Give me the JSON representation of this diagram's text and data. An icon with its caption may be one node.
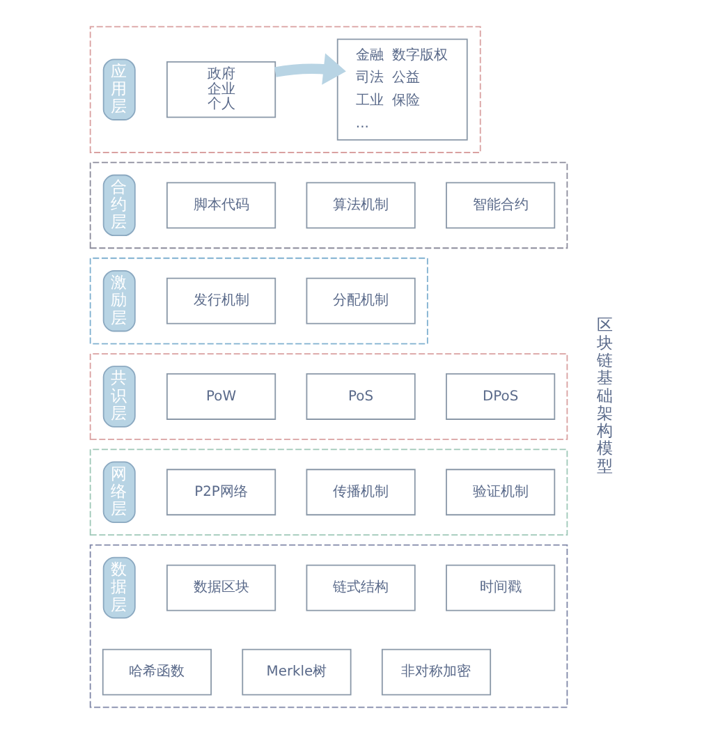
{
  "diagram": {
    "nodes": [
      {
        "text": [],
        "shape": "box"
      },
      {
        "text": [
          "应用层"
        ],
        "in": 0
      },
      {
        "text": [
          "政府",
          "企业",
          "个人"
        ],
        "in": 0
      },
      {
        "text": [
          "金融",
          "数字版权",
          "司法",
          "公益",
          "工业",
          "保险",
          "..."
        ],
        "in": 0
      },
      {
        "text": [],
        "shape": "box"
      },
      {
        "text": [
          "合约层"
        ],
        "in": 4
      },
      {
        "text": [
          "脚本代码"
        ],
        "in": 4
      },
      {
        "text": [
          "算法机制"
        ],
        "in": 4
      },
      {
        "text": [
          "智能合约"
        ],
        "in": 4
      },
      {
        "text": [],
        "shape": "box"
      },
      {
        "text": [
          "激励层"
        ],
        "in": 9
      },
      {
        "text": [
          "发行机制"
        ],
        "in": 9
      },
      {
        "text": [
          "分配机制"
        ],
        "in": 9
      },
      {
        "text": [],
        "shape": "box"
      },
      {
        "text": [
          "共识层"
        ],
        "in": 13
      },
      {
        "text": [
          "PoW"
        ],
        "in": 13
      },
      {
        "text": [
          "PoS"
        ],
        "in": 13
      },
      {
        "text": [
          "DPoS"
        ],
        "in": 13
      },
      {
        "text": [],
        "shape": "box"
      },
      {
        "text": [
          "网络层"
        ],
        "in": 18
      },
      {
        "text": [
          "P2P网络"
        ],
        "in": 18
      },
      {
        "text": [
          "传播机制"
        ],
        "in": 18
      },
      {
        "text": [
          "验证机制"
        ],
        "in": 18
      },
      {
        "text": [],
        "shape": "box"
      },
      {
        "text": [
          "数据层"
        ],
        "in": 23
      },
      {
        "text": [
          "数据区块"
        ],
        "in": 23
      },
      {
        "text": [
          "链式结构"
        ],
        "in": 23
      },
      {
        "text": [
          "时间戳"
        ],
        "in": 23
      },
      {
        "text": [
          "哈希函数"
        ],
        "in": 23
      },
      {
        "text": [
          "Merkle树"
        ],
        "in": 23
      },
      {
        "text": [
          "非对称加密"
        ],
        "in": 23
      }
    ],
    "edges": [
      {
        "from": 2,
        "to": 3,
        "arrow": "to"
      }
    ],
    "labels": [
      "区块链基础架构模型"
    ]
  }
}
